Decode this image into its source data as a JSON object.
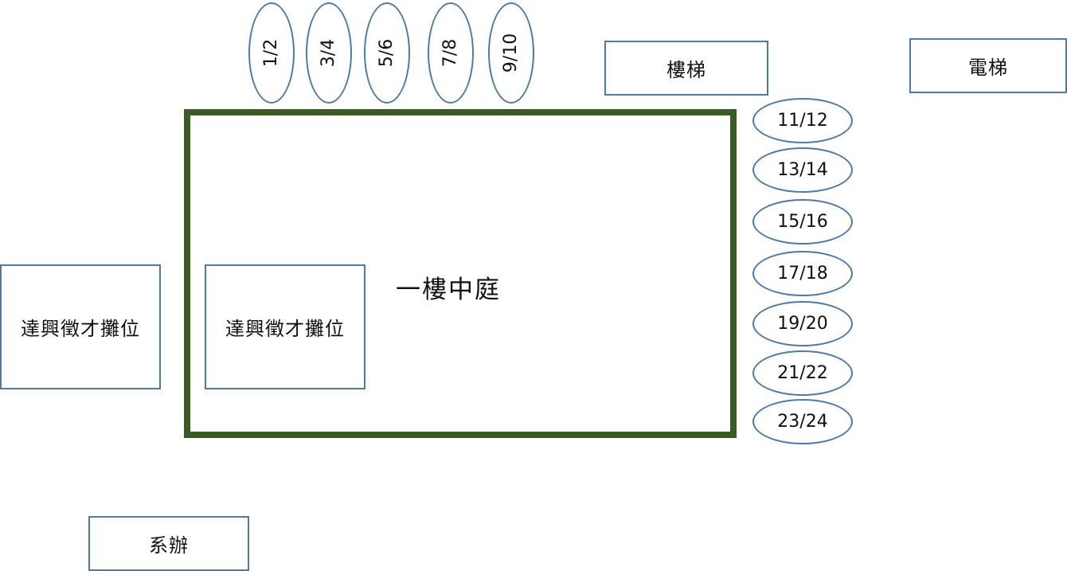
{
  "courtyard": {
    "label": "一樓中庭"
  },
  "stairs": {
    "label": "樓梯"
  },
  "elevator": {
    "label": "電梯"
  },
  "booth_outside": {
    "label": "達興徵才攤位"
  },
  "booth_inside": {
    "label": "達興徵才攤位"
  },
  "dept_office": {
    "label": "系辦"
  },
  "top_tables": [
    "1/2",
    "3/4",
    "5/6",
    "7/8",
    "9/10"
  ],
  "side_tables": [
    "11/12",
    "13/14",
    "15/16",
    "17/18",
    "19/20",
    "21/22",
    "23/24"
  ],
  "colors": {
    "border": "#4f7aa6",
    "courtyard_border": "#3a5b23"
  }
}
